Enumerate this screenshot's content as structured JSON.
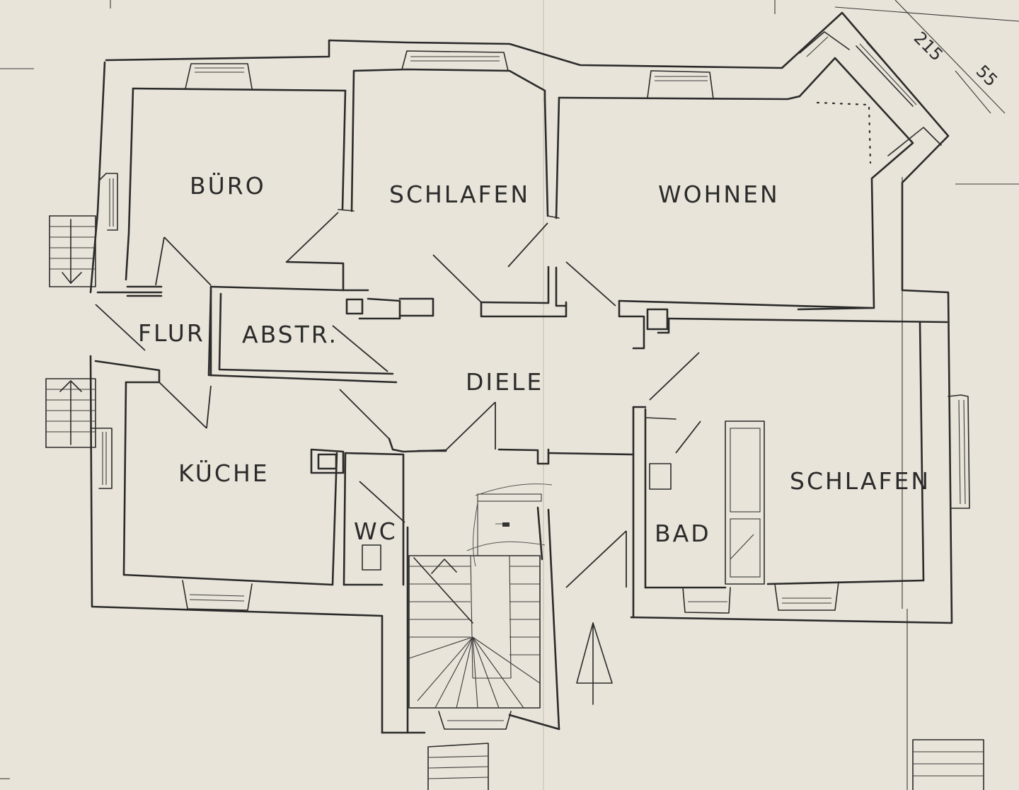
{
  "rooms": {
    "buero": "BÜRO",
    "schlafen_top": "SCHLAFEN",
    "wohnen": "WOHNEN",
    "flur": "FLUR",
    "abstr": "ABSTR.",
    "diele": "DIELE",
    "kueche": "KÜCHE",
    "wc": "WC",
    "bad": "BAD",
    "schlafen_right": "SCHLAFEN"
  },
  "dimensions": {
    "bay_depth": "215",
    "bay_offset": "55"
  },
  "colors": {
    "paper": "#e9e4d9",
    "ink": "#2b2b2b"
  },
  "icons": {
    "north_arrow": "north-arrow-icon"
  }
}
